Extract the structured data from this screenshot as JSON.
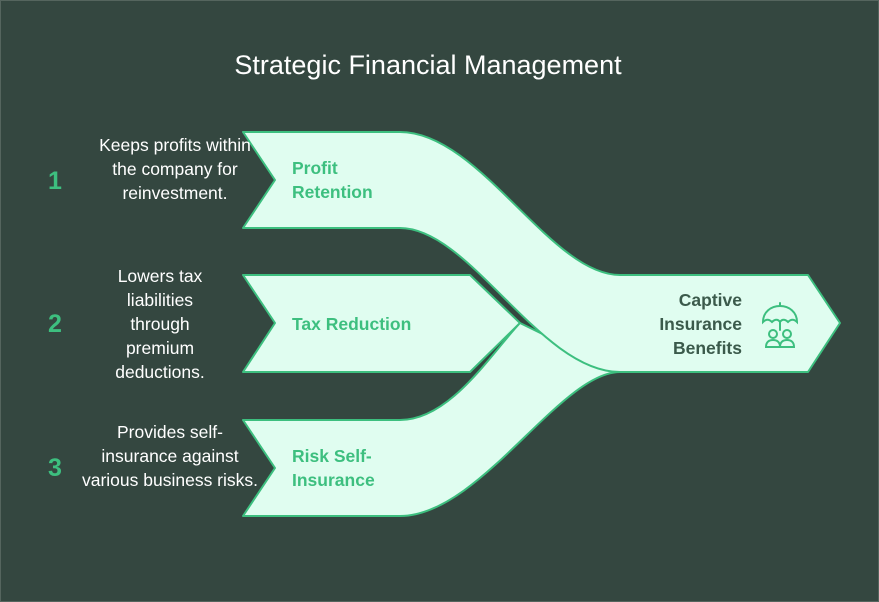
{
  "title": "Strategic Financial Management",
  "items": [
    {
      "number": "1",
      "label": "Profit Retention",
      "description": "Keeps profits within the company for reinvestment."
    },
    {
      "number": "2",
      "label": "Tax Reduction",
      "description": "Lowers tax liabilities through premium deductions."
    },
    {
      "number": "3",
      "label": "Risk Self-Insurance",
      "description": "Provides self-insurance against various business risks."
    }
  ],
  "result": {
    "label": "Captive Insurance Benefits",
    "icon": "umbrella-people-icon"
  },
  "colors": {
    "background": "#344740",
    "fill": "#e0fdf0",
    "stroke": "#3dbf7f"
  }
}
